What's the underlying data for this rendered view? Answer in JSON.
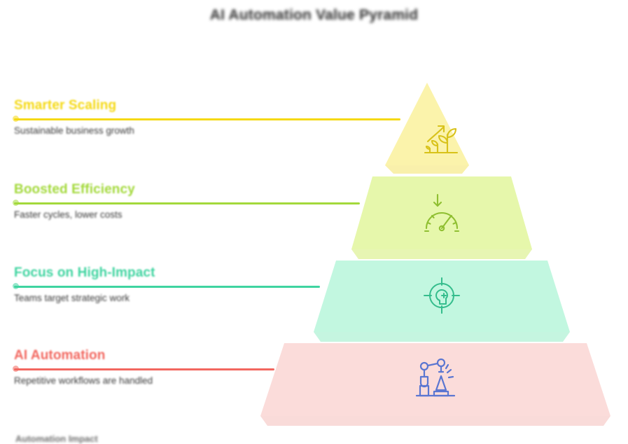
{
  "header": {
    "title": "AI Automation Value Pyramid"
  },
  "colors": {
    "tier1_accent": "#f5d913",
    "tier1_fill": "#fbf3ab",
    "tier1_icon": "#d8c21a",
    "tier2_accent": "#a3d93b",
    "tier2_fill": "#e6f7ab",
    "tier2_icon": "#8fbf31",
    "tier3_accent": "#3fd4a0",
    "tier3_fill": "#c2f7e0",
    "tier3_icon": "#34bd8c",
    "tier4_accent": "#f2675f",
    "tier4_fill": "#fbdcda",
    "tier4_icon": "#5b76d1",
    "title_text": "#2f2f2f",
    "body_text": "#3b3b3b"
  },
  "tiers": [
    {
      "index": 1,
      "heading": "Smarter Scaling",
      "subtitle": "Sustainable business growth",
      "icon": "plant-growth-arrow-icon",
      "accent": "#f5d913",
      "fill": "#fbf3ab"
    },
    {
      "index": 2,
      "heading": "Boosted Efficiency",
      "subtitle": "Faster cycles, lower costs",
      "icon": "speedometer-gauge-icon",
      "accent": "#a3d93b",
      "fill": "#e6f7ab"
    },
    {
      "index": 3,
      "heading": "Focus on High-Impact",
      "subtitle": "Teams target strategic work",
      "icon": "target-mind-focus-icon",
      "accent": "#3fd4a0",
      "fill": "#c2f7e0"
    },
    {
      "index": 4,
      "heading": "AI Automation",
      "subtitle": "Repetitive workflows are handled",
      "icon": "robotic-arm-icon",
      "accent": "#f2675f",
      "fill": "#fbdcda"
    }
  ],
  "footer": {
    "clipped_text": "Automation Impact"
  }
}
